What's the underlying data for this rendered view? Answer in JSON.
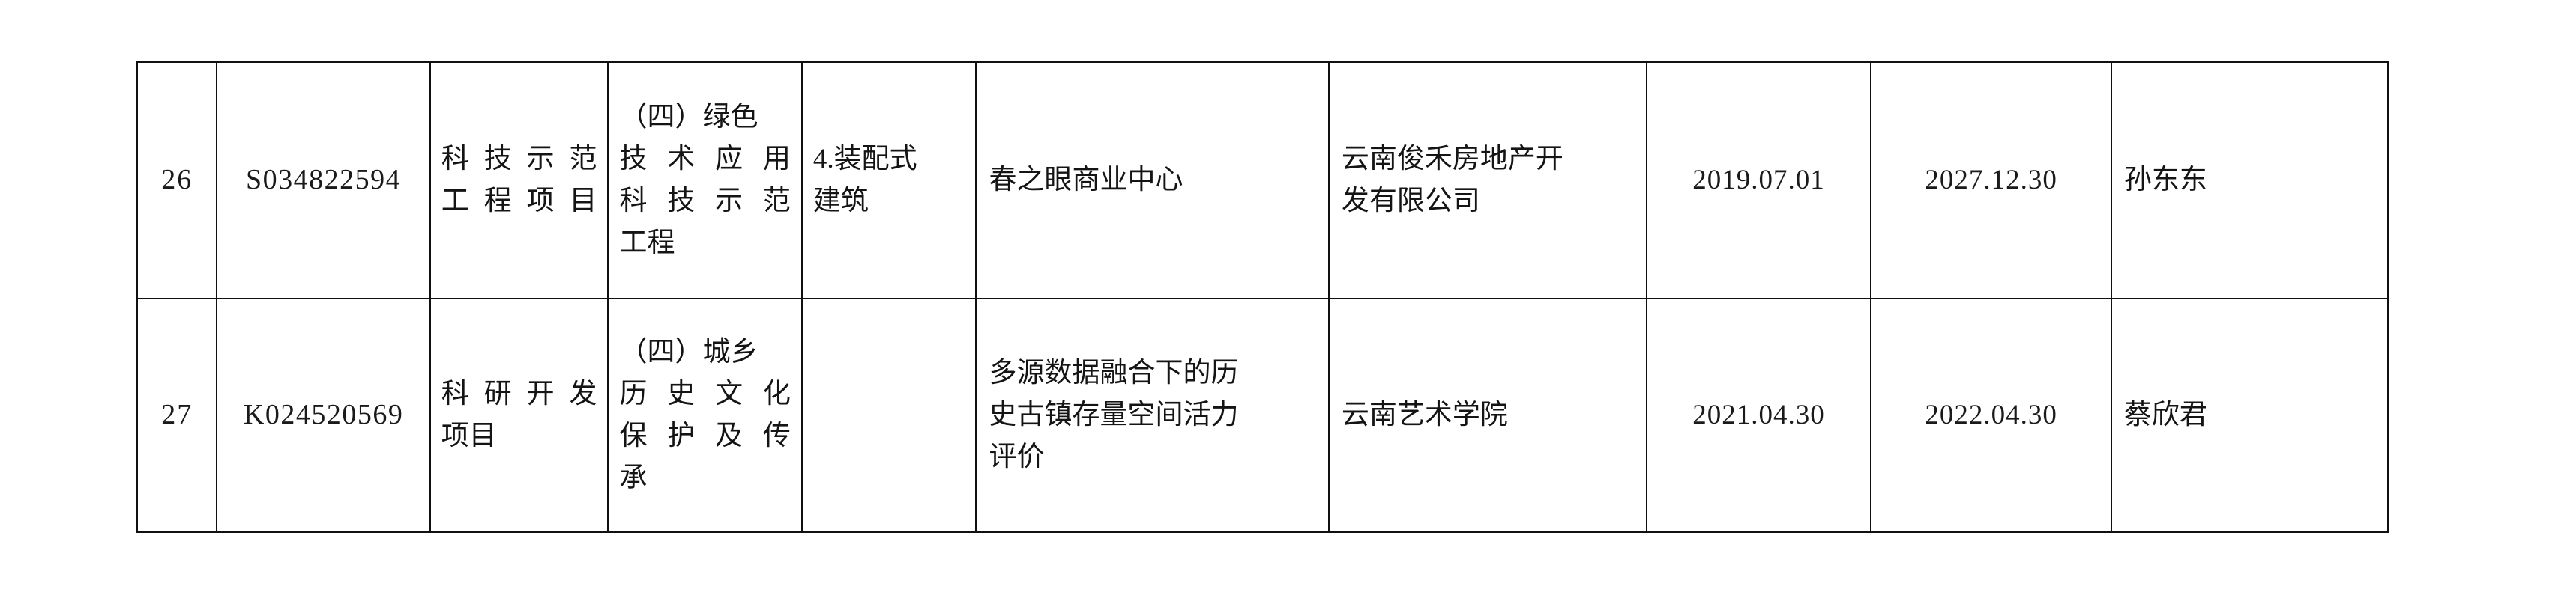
{
  "document": {
    "type": "table",
    "page_kind": "continuation-table",
    "column_count": 10,
    "row_count": 2,
    "border_color": "#111111",
    "text_color": "#141414",
    "background": "#ffffff"
  },
  "table": {
    "rows": [
      {
        "seq": "26",
        "code": "S034822594",
        "project_type": {
          "lines": [
            "科技示范",
            "工程项目"
          ],
          "justify": [
            "dist",
            "dist"
          ]
        },
        "category": {
          "lines": [
            "（四）绿色",
            "技术应用",
            "科技示范",
            "工程"
          ],
          "justify": [
            "free",
            "dist",
            "dist",
            "free"
          ]
        },
        "subcategory": {
          "lines": [
            "4.装配式",
            "建筑"
          ],
          "justify": [
            "free",
            "free"
          ]
        },
        "project_name": {
          "lines": [
            "春之眼商业中心"
          ],
          "justify": [
            "free"
          ]
        },
        "organization": {
          "lines": [
            "云南俊禾房地产开",
            "发有限公司"
          ],
          "justify": [
            "free",
            "free"
          ]
        },
        "start_date": "2019.07.01",
        "end_date": "2027.12.30",
        "contact": {
          "lines": [
            "孙东东"
          ],
          "justify": [
            "free"
          ]
        }
      },
      {
        "seq": "27",
        "code": "K024520569",
        "project_type": {
          "lines": [
            "科研开发",
            "项目"
          ],
          "justify": [
            "dist",
            "free"
          ]
        },
        "category": {
          "lines": [
            "（四）城乡",
            "历史文化",
            "保护及传",
            "承"
          ],
          "justify": [
            "free",
            "dist",
            "dist",
            "free"
          ]
        },
        "subcategory": {
          "lines": [],
          "justify": []
        },
        "project_name": {
          "lines": [
            "多源数据融合下的历",
            "史古镇存量空间活力",
            "评价"
          ],
          "justify": [
            "free",
            "free",
            "free"
          ]
        },
        "organization": {
          "lines": [
            "云南艺术学院"
          ],
          "justify": [
            "free"
          ]
        },
        "start_date": "2021.04.30",
        "end_date": "2022.04.30",
        "contact": {
          "lines": [
            "蔡欣君"
          ],
          "justify": [
            "free"
          ]
        }
      }
    ]
  }
}
